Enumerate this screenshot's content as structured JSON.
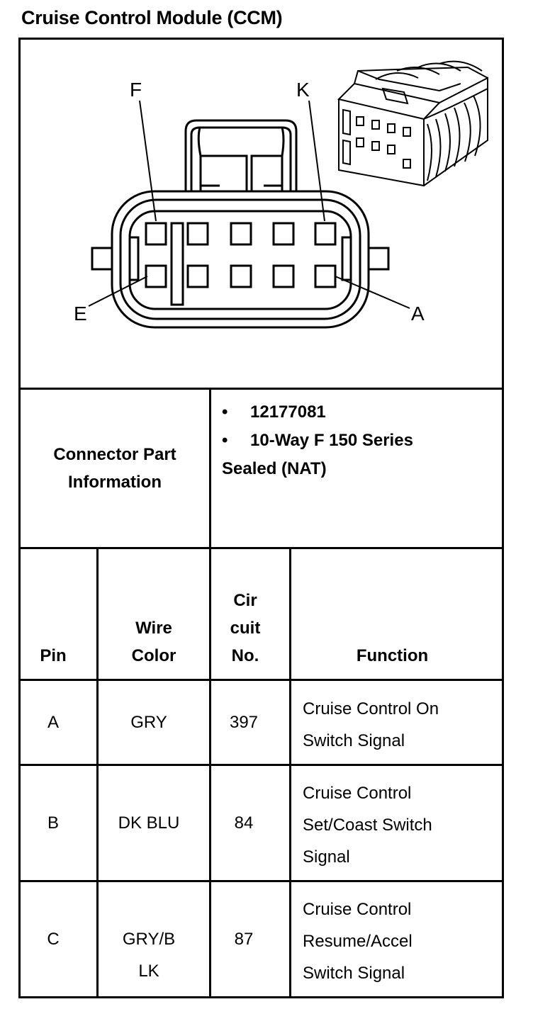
{
  "header": {
    "title": "Cruise Control Module (CCM)"
  },
  "diagram": {
    "pin_labels": {
      "top_left": "F",
      "top_right": "K",
      "bottom_left": "E",
      "bottom_right": "A"
    }
  },
  "connector_info": {
    "label_line1": "Connector Part",
    "label_line2": "Information",
    "bullet": "•",
    "part_number": "12177081",
    "description_line1": "10-Way F 150 Series",
    "description_line2": "Sealed (NAT)"
  },
  "table": {
    "headers": {
      "pin": "Pin",
      "wire_color_line1": "Wire",
      "wire_color_line2": "Color",
      "circuit_line1": "Cir",
      "circuit_line2": "cuit",
      "circuit_line3": "No.",
      "function": "Function"
    },
    "rows": [
      {
        "pin": "A",
        "wire_line1": "GRY",
        "wire_line2": "",
        "circuit": "397",
        "function_lines": [
          "Cruise Control On",
          "Switch Signal",
          ""
        ]
      },
      {
        "pin": "B",
        "wire_line1": "DK BLU",
        "wire_line2": "",
        "circuit": "84",
        "function_lines": [
          "Cruise Control",
          "Set/Coast Switch",
          "Signal"
        ]
      },
      {
        "pin": "C",
        "wire_line1": "GRY/B",
        "wire_line2": "LK",
        "circuit": "87",
        "function_lines": [
          "Cruise Control",
          "Resume/Accel",
          "Switch Signal"
        ]
      }
    ]
  }
}
